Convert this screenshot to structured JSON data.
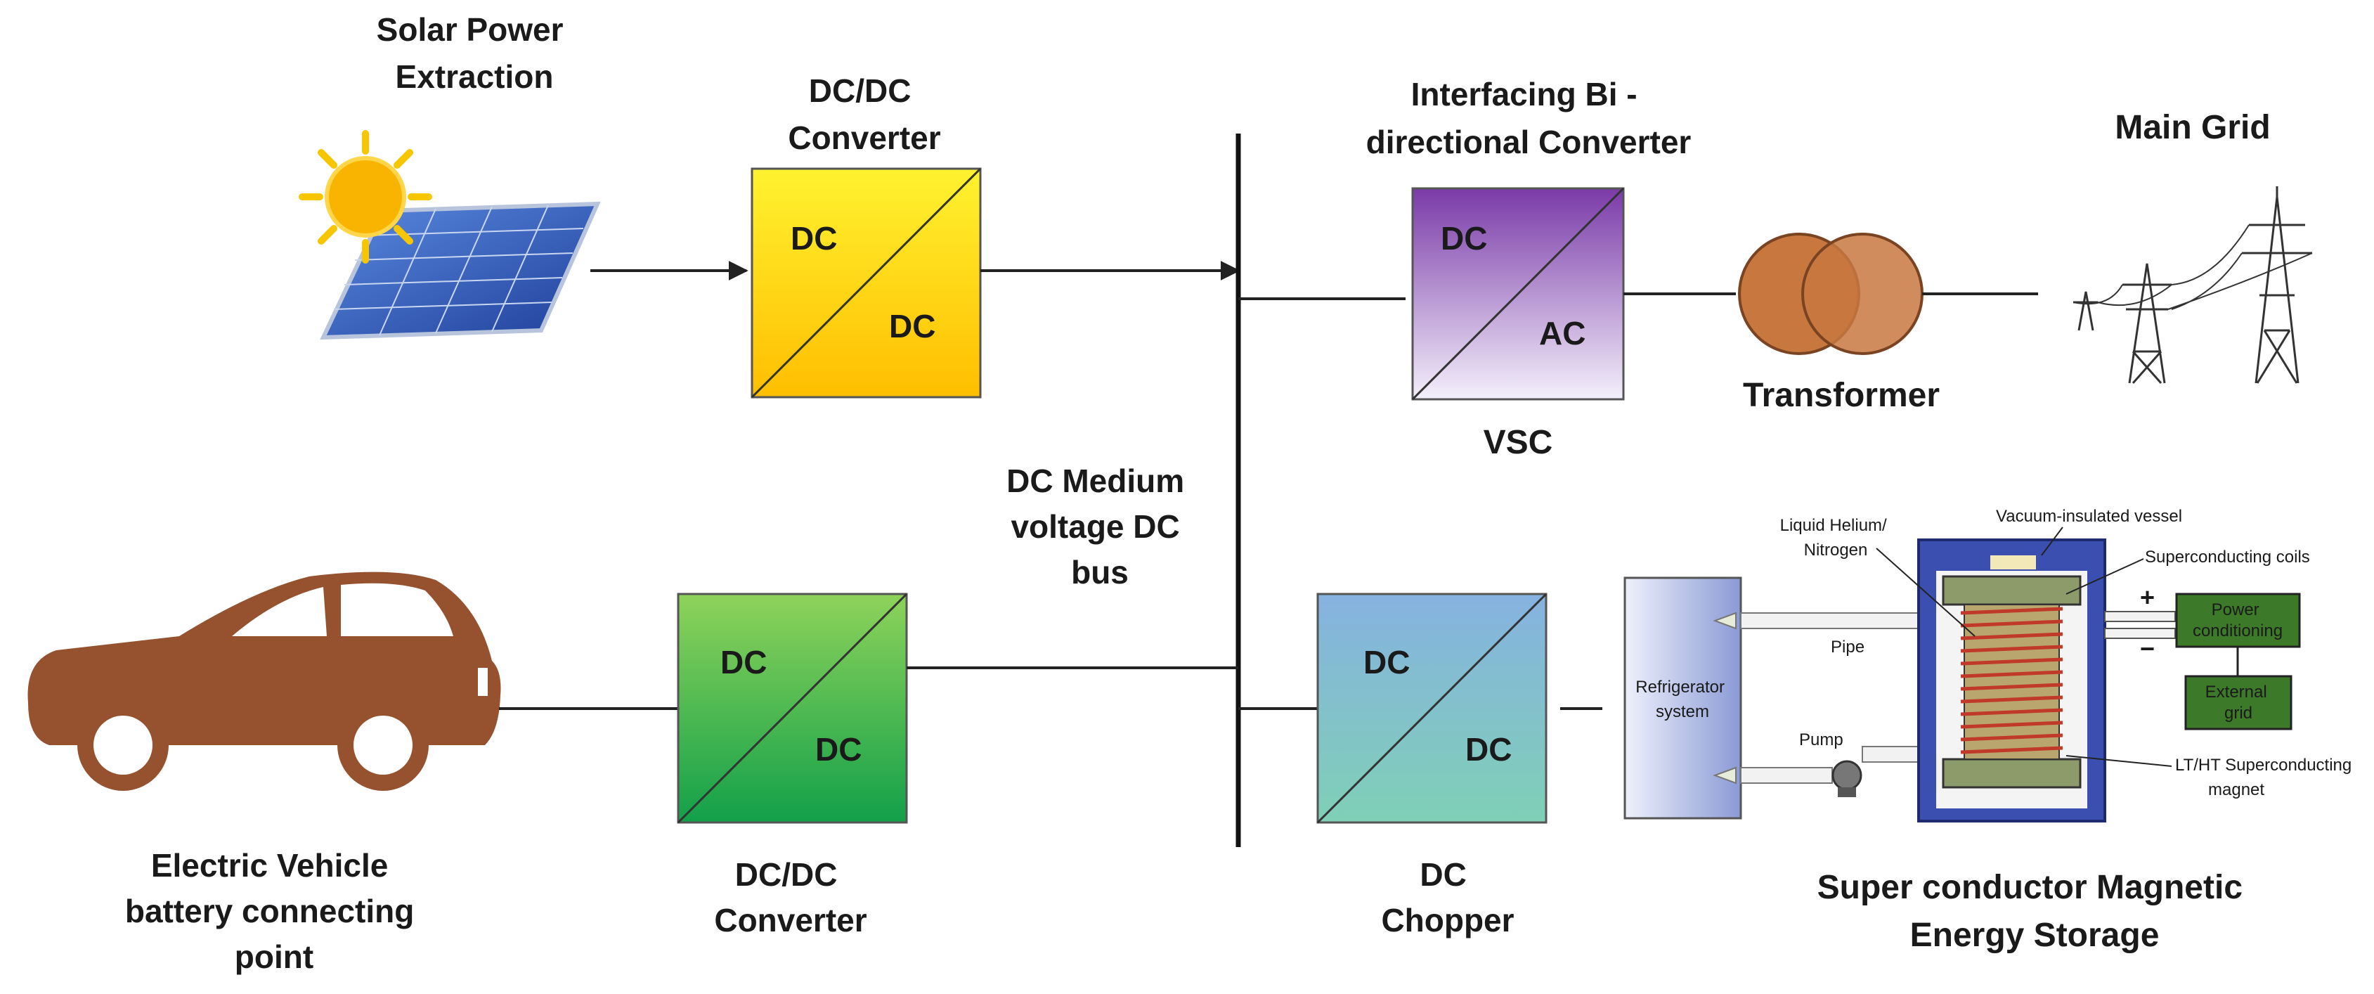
{
  "labels": {
    "solar": [
      "Solar Power",
      "Extraction"
    ],
    "dcdc_top": [
      "DC/DC",
      "Converter"
    ],
    "interfacing": [
      "Interfacing Bi -",
      "directional Converter"
    ],
    "main_grid": "Main Grid",
    "transformer": "Transformer",
    "vsc": "VSC",
    "dc_bus": [
      "DC Medium",
      "voltage DC",
      "bus"
    ],
    "ev": [
      "Electric Vehicle",
      "battery connecting",
      "point"
    ],
    "dcdc_bottom": [
      "DC/DC",
      "Converter"
    ],
    "chopper": [
      "DC",
      "Chopper"
    ],
    "smes": [
      "Super conductor Magnetic",
      "Energy Storage"
    ]
  },
  "boxes": {
    "dcdc_top": {
      "in": "DC",
      "out": "DC"
    },
    "vsc": {
      "in": "DC",
      "out": "AC"
    },
    "dcdc_bottom": {
      "in": "DC",
      "out": "DC"
    },
    "chopper": {
      "in": "DC",
      "out": "DC"
    }
  },
  "smes_detail": {
    "vessel": "Vacuum-insulated vessel",
    "coolant": [
      "Liquid Helium/",
      "Nitrogen"
    ],
    "coils": "Superconducting coils",
    "pipe": "Pipe",
    "pump": "Pump",
    "refrigerator": [
      "Refrigerator",
      "system"
    ],
    "power_conditioning": [
      "Power",
      "conditioning"
    ],
    "external_grid": [
      "External",
      "grid"
    ],
    "magnet": [
      "LT/HT Superconducting",
      "magnet"
    ],
    "plus": "+",
    "minus": "−"
  },
  "colors": {
    "dcdc_top": [
      "#fff230",
      "#ffbe00"
    ],
    "vsc": [
      "#7a3aa8",
      "#f4f0fb"
    ],
    "dcdc_bottom": [
      "#8ed35a",
      "#12a04a"
    ],
    "chopper": [
      "#86b2e0",
      "#7fd0b6"
    ],
    "car": "#96522f",
    "transformer": "#c8783f",
    "vessel": "#3a4fb0",
    "coil": "#c0392b",
    "panel": "#3c7a2a"
  }
}
